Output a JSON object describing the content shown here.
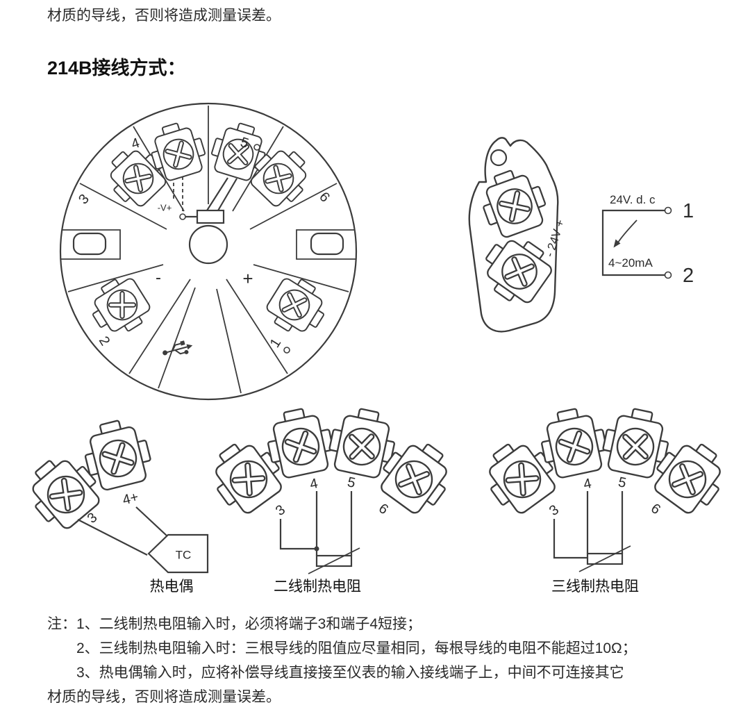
{
  "page": {
    "carryover_text": "材质的导线，否则将造成测量误差。",
    "heading": "214B接线方式："
  },
  "colors": {
    "ink": "#2a2a2a",
    "line": "#3c3c3c",
    "background": "#ffffff"
  },
  "head_diagram": {
    "labels": {
      "t3": "3",
      "t4": "4",
      "t5": "5",
      "t6": "6",
      "t2": "2",
      "t1": "1",
      "minus": "-",
      "plus": "+",
      "component": "-V+"
    }
  },
  "side_view": {
    "power_label": "- 24V +"
  },
  "loop_schematic": {
    "supply": "24V. d. c",
    "terminal_1": "1",
    "terminal_2": "2",
    "current": "4~20mA"
  },
  "thermocouple": {
    "label_3": "3",
    "label_4": "4+",
    "tag": "TC",
    "caption": "热电偶"
  },
  "rtd_two_wire": {
    "labels": [
      "3",
      "4",
      "5",
      "6"
    ],
    "caption": "二线制热电阻"
  },
  "rtd_three_wire": {
    "labels": [
      "3",
      "4",
      "5",
      "6"
    ],
    "caption": "三线制热电阻"
  },
  "notes": {
    "line_1": "注：1、二线制热电阻输入时，必须将端子3和端子4短接；",
    "line_2": "2、三线制热电阻输入时：三根导线的阻值应尽量相同，每根导线的电阻不能超过10Ω；",
    "line_3": "3、热电偶输入时，应将补偿导线直接接至仪表的输入接线端子上，中间不可连接其它",
    "line_4": "材质的导线，否则将造成测量误差。"
  }
}
